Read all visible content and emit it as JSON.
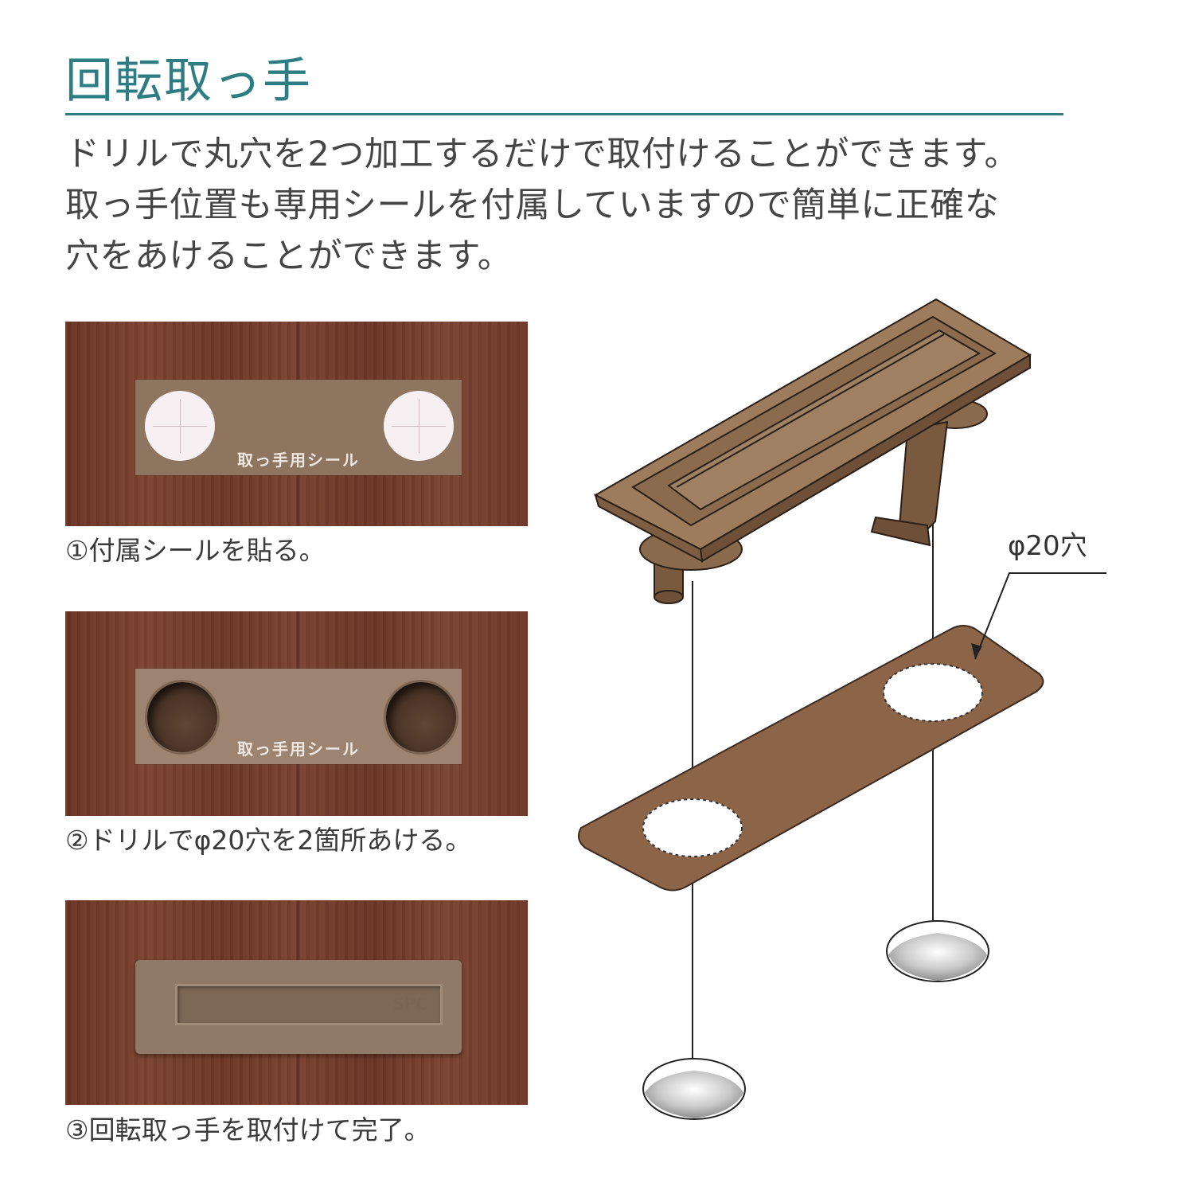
{
  "title": "回転取っ手",
  "description": {
    "line1": "ドリルで丸穴を2つ加工するだけで取付けることができます。",
    "line2": "取っ手位置も専用シールを付属していますので簡単に正確な",
    "line3": "穴をあけることができます。"
  },
  "steps": [
    {
      "caption": "①付属シールを貼る。",
      "sticker_label": "取っ手用シール"
    },
    {
      "caption": "②ドリルでφ20穴を2箇所あける。",
      "sticker_label": "取っ手用シール"
    },
    {
      "caption": "③回転取っ手を取付けて完了。",
      "handle_logo": "SPC"
    }
  ],
  "diagram": {
    "hole_label": "φ20穴"
  },
  "colors": {
    "accent": "#2f7d84",
    "wood": "#6f3828",
    "bronze": "#8a6e55"
  }
}
